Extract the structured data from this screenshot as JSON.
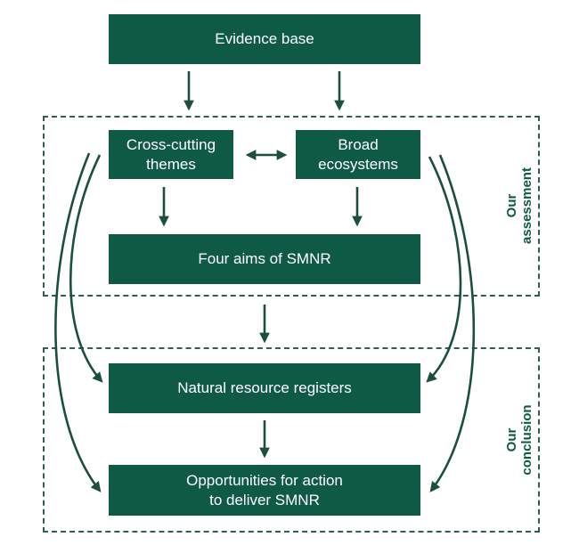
{
  "boxes": {
    "evidence_base": "Evidence base",
    "cross_cutting_themes": "Cross-cutting\nthemes",
    "broad_ecosystems": "Broad\necosystems",
    "four_aims": "Four aims of SMNR",
    "natural_resource_registers": "Natural resource registers",
    "opportunities": "Opportunities for action\nto deliver SMNR"
  },
  "sections": {
    "assessment_label": "Our\nassessment",
    "conclusion_label": "Our\nconclusion"
  },
  "colors": {
    "box_fill": "#0e5a45",
    "arrow": "#1c4f3f",
    "dashed_border": "#2f5f4f"
  }
}
